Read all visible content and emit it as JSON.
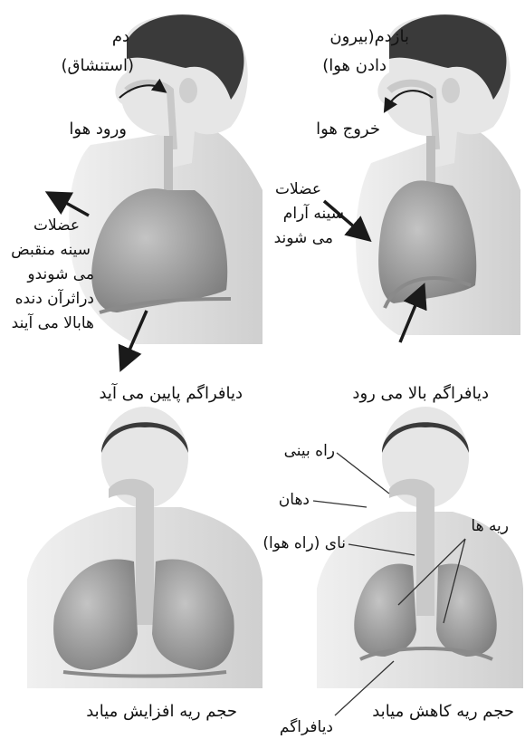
{
  "inhale": {
    "title": "دم",
    "title_paren": "(استنشاق)",
    "air_in": "ورود هوا",
    "muscles": [
      "عضلات",
      "سینه منقبض",
      "می شوندو",
      "دراثرآن دنده",
      "هابالا می آیند"
    ],
    "diaphragm": "دیافراگم پایین می آید",
    "volume": "حجم ریه افزایش میابد"
  },
  "exhale": {
    "title": "بازدم(بیرون",
    "title2": "دادن هوا)",
    "air_out": "خروج هوا",
    "muscles": [
      "عضلات",
      "سینه آرام",
      "می شوند"
    ],
    "diaphragm": "دیافراگم بالا می رود",
    "volume": "حجم ریه کاهش میابد"
  },
  "parts": {
    "nasal": "راه بینی",
    "mouth": "دهان",
    "trachea": "نای (راه هوا)",
    "lungs": "ریه ها",
    "diaphragm": "دیافراگم"
  },
  "colors": {
    "skin": "#d9d9d9",
    "hair": "#3a3a3a",
    "lung": "#9e9e9e",
    "airway": "#c9c9c9",
    "arrow": "#1a1a1a"
  }
}
